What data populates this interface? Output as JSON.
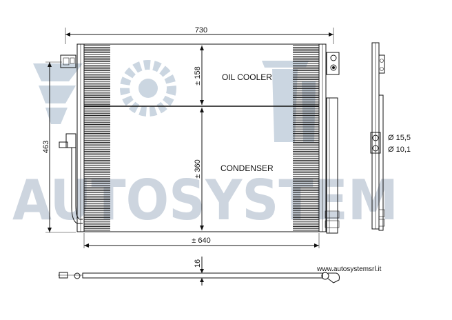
{
  "watermark": {
    "text": "AUTOSYSTEM",
    "color": "#cdd5df",
    "emblem_color": "#c3cfdc"
  },
  "dimensions": {
    "overall_width": "730",
    "core_width": "± 640",
    "height": "463",
    "oil_cooler_height": "± 158",
    "condenser_height": "± 360",
    "thickness": "16",
    "pipe_outer_diameter": "Ø 15,5",
    "pipe_inner_diameter": "Ø 10,1"
  },
  "sections": {
    "oil_cooler": "OIL COOLER",
    "condenser": "CONDENSER"
  },
  "website": "www.autosystemsrl.it",
  "colors": {
    "line": "#111111",
    "fins": "#222222",
    "background": "#ffffff"
  }
}
